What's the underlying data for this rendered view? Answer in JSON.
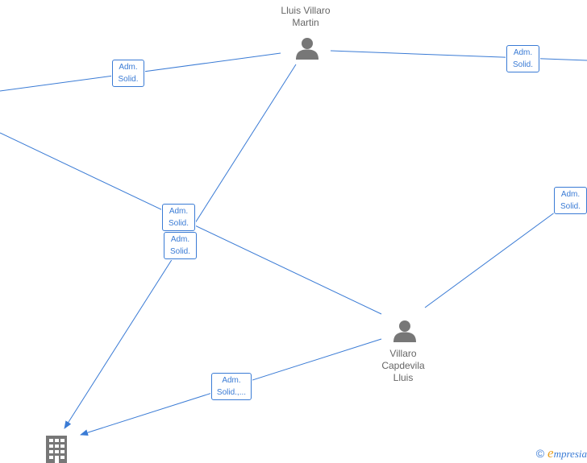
{
  "nodes": {
    "person_top": {
      "label": "Lluis Villaro\nMartin"
    },
    "person_mid": {
      "label": "Villaro\nCapdevila\nLluis"
    }
  },
  "roles": {
    "r1": "Adm.\nSolid.",
    "r2": "Adm.\nSolid.",
    "r3": "Adm.\nSolid.",
    "r4": "Adm.\nSolid.",
    "r5": "Adm.\nSolid.",
    "r6": "Adm.\nSolid.,..."
  },
  "footer": {
    "copyright": "©",
    "brand_initial": "e",
    "brand_rest": "mpresia"
  },
  "colors": {
    "edge": "#3a7bd5",
    "person": "#777777",
    "company": "#777777",
    "brand_accent": "#e8a020"
  }
}
